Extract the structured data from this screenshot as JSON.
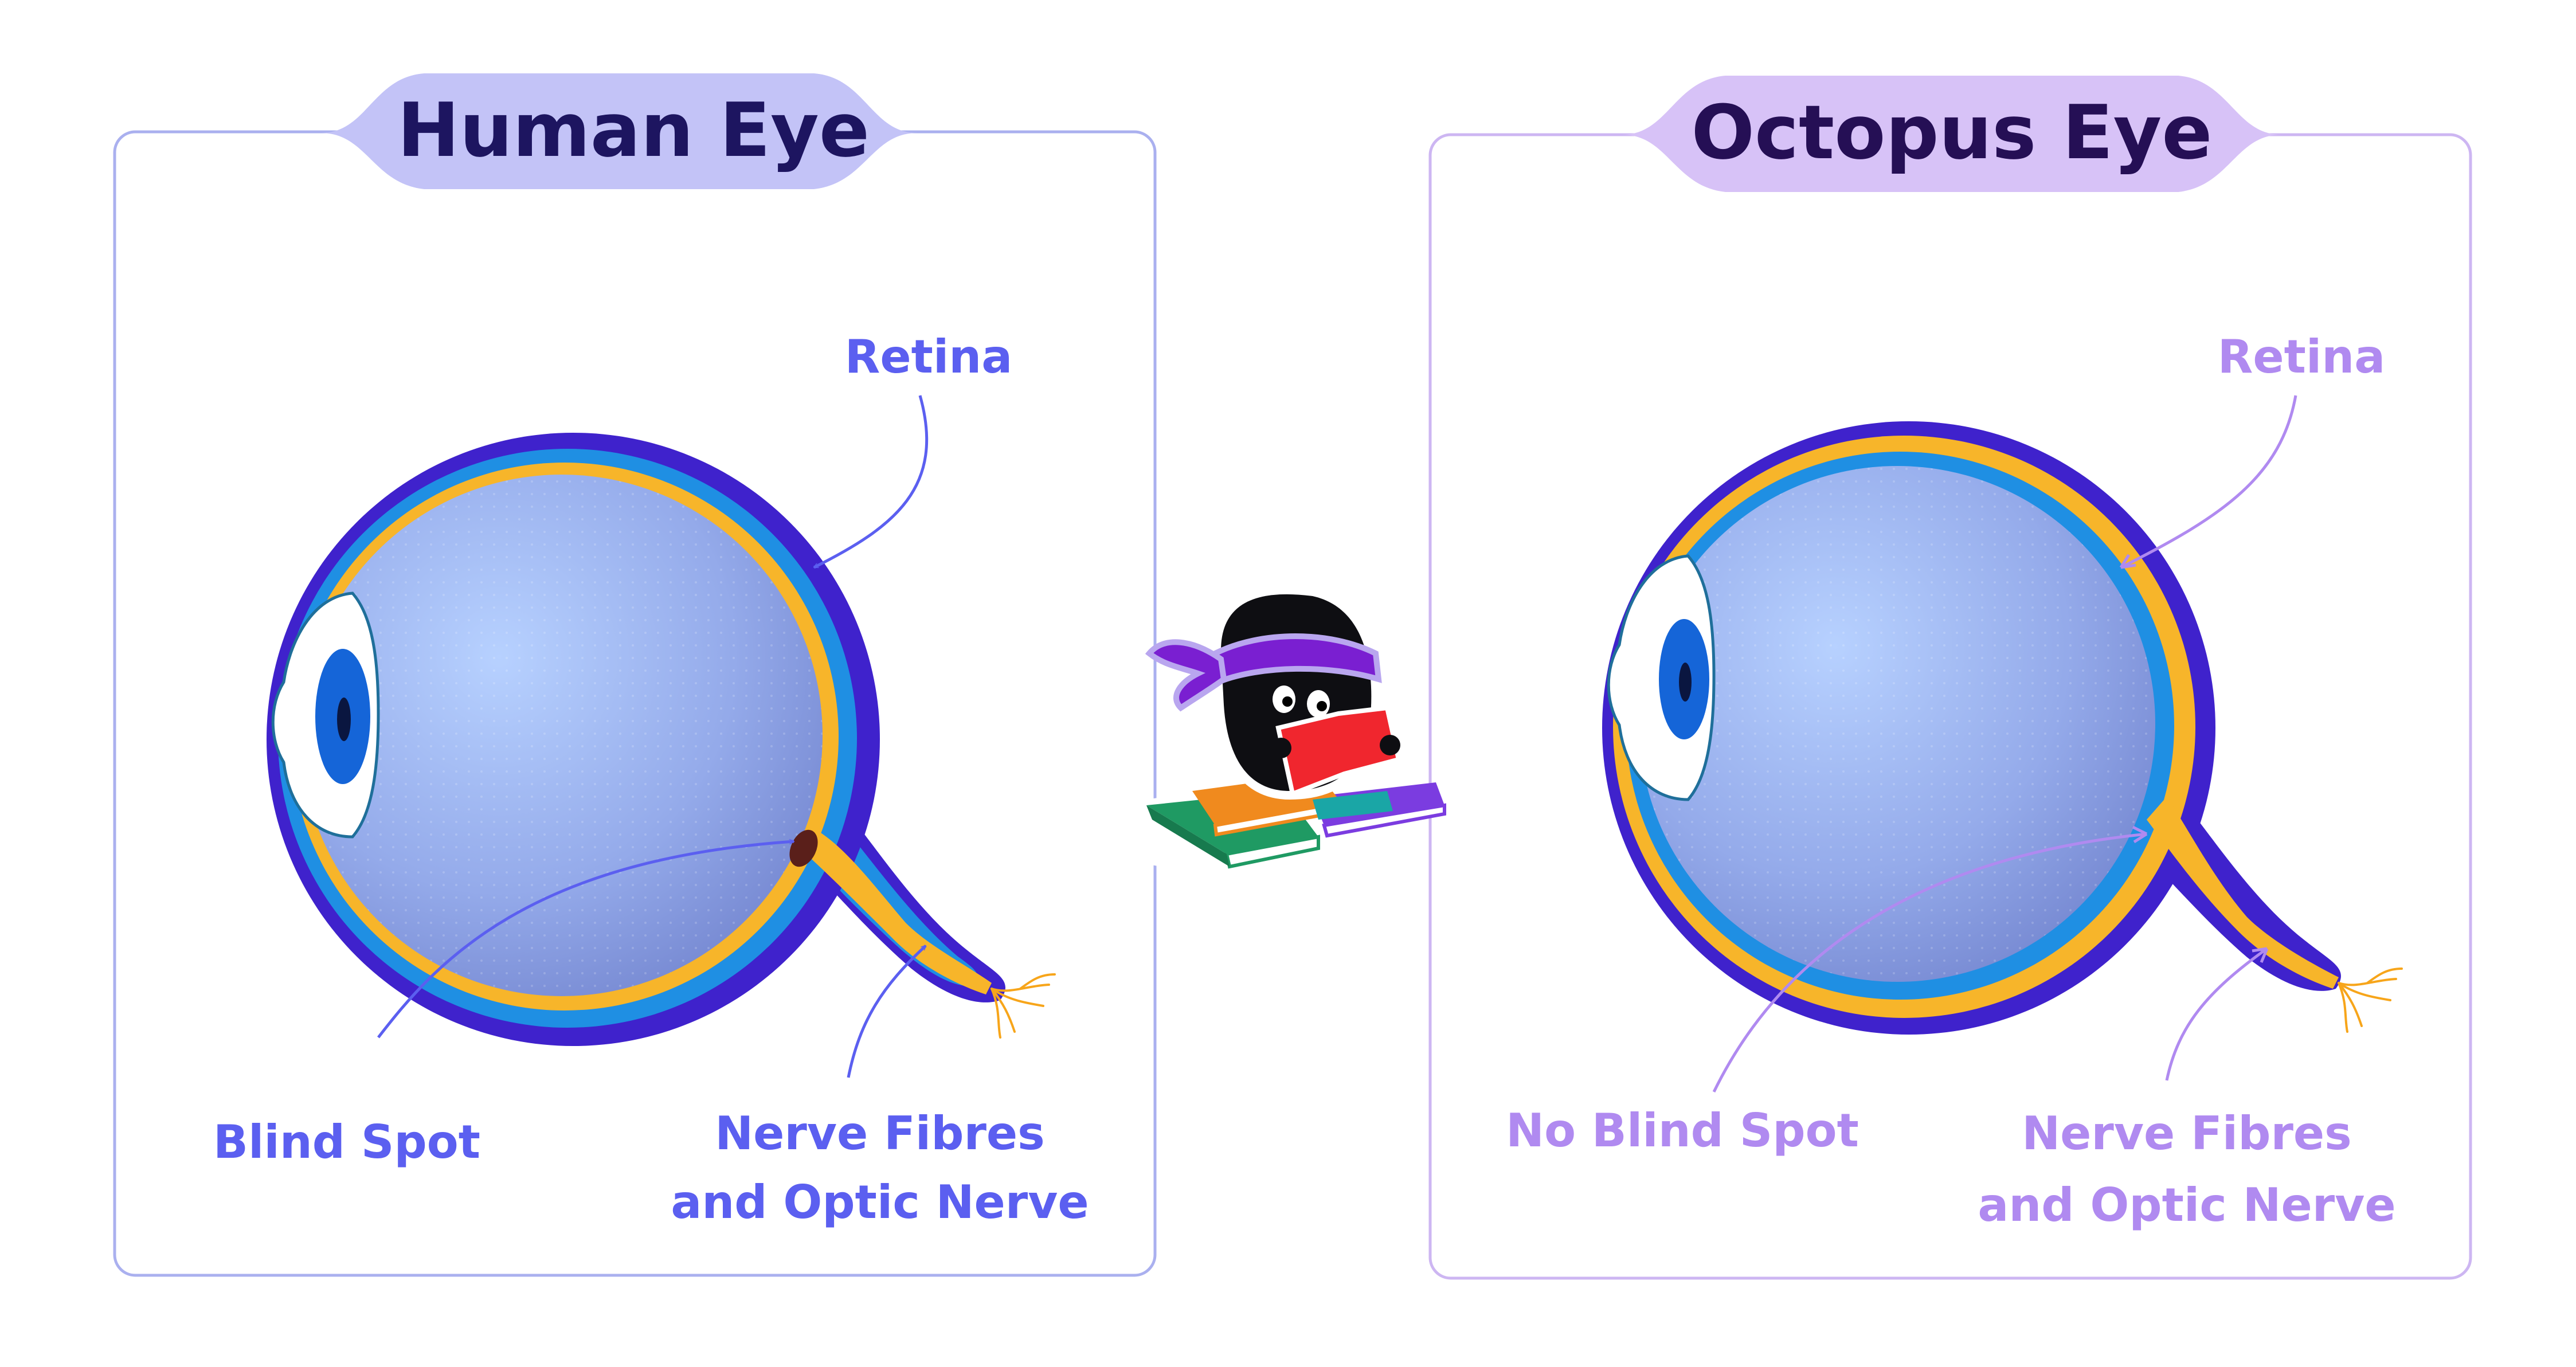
{
  "colors": {
    "human_accent": "#5b5ff0",
    "human_title_bg": "#c3c3f7",
    "human_title_text": "#1d1560",
    "human_frame": "#aab0ef",
    "octopus_accent": "#b08af0",
    "octopus_title_bg": "#d7c2f7",
    "octopus_title_text": "#250f55",
    "octopus_frame": "#cdb6f2",
    "sclera_outer": "#3f22cc",
    "choroid": "#1f8fe3",
    "retina": "#f7b52a",
    "vitreous_light": "#b7d1ff",
    "vitreous_dark": "#7385cf",
    "iris": "#1565d8",
    "blind_spot": "#5a1f1a"
  },
  "human_panel": {
    "title": "Human Eye",
    "labels": {
      "retina": "Retina",
      "blind_spot": "Blind Spot",
      "nerve_line1": "Nerve Fibres",
      "nerve_line2": "and Optic Nerve"
    }
  },
  "octopus_panel": {
    "title": "Octopus Eye",
    "labels": {
      "retina": "Retina",
      "blind_spot": "No Blind Spot",
      "nerve_line1": "Nerve Fibres",
      "nerve_line2": "and Optic Nerve"
    }
  },
  "mascot": {
    "icon": "reading-ninja-mascot-icon"
  }
}
